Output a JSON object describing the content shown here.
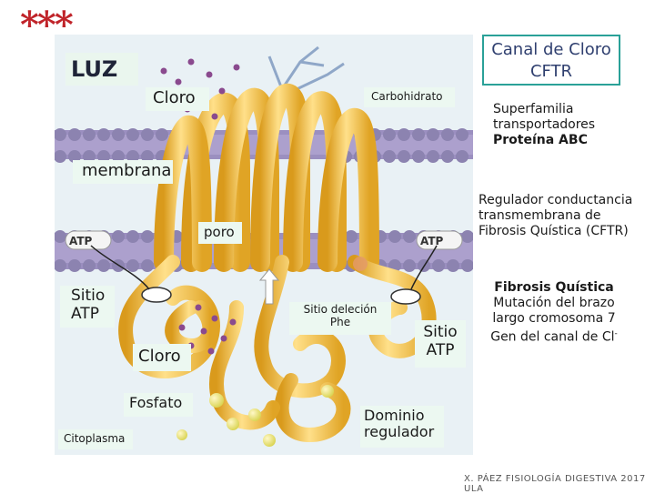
{
  "stars": "***",
  "labels": {
    "luz": "LUZ",
    "cloro_top": "Cloro",
    "carbohidrato": "Carbohidrato",
    "membrana": "membrana",
    "poro": "poro",
    "atp_left": "ATP",
    "atp_right": "ATP",
    "sitio_atp_left_1": "Sitio",
    "sitio_atp_left_2": "ATP",
    "sitio_delecion_1": "Sitio deleción",
    "sitio_delecion_2": "Phe",
    "sitio_atp_right_1": "Sitio",
    "sitio_atp_right_2": "ATP",
    "cloro_bottom": "Cloro",
    "fosfato": "Fosfato",
    "citoplasma": "Citoplasma",
    "dominio_1": "Dominio",
    "dominio_2": "regulador"
  },
  "cftr_title": [
    "Canal de Cloro",
    "CFTR"
  ],
  "superfamilia": [
    "Superfamilia",
    "transportadores",
    "Proteína ABC"
  ],
  "regulador": [
    "Regulador conductancia",
    "transmembrana de",
    "Fibrosis Quística (CFTR)"
  ],
  "fibrosis": {
    "title": "Fibrosis Quística",
    "lines": [
      "Mutación del brazo",
      "largo cromosoma 7",
      "Gen del canal de Cl"
    ],
    "superscript": "-"
  },
  "footer": "X. PÁEZ  FISIOLOGÍA DIGESTIVA 2017  ULA",
  "colors": {
    "membrane": "#8c83b0",
    "protein": "#f2bb3c",
    "protein_light": "#ffe08a",
    "chloride": "#8a4a8e",
    "phosphate": "#e7e68a",
    "border_accent": "#2aa198",
    "stars": "#c0242a"
  }
}
